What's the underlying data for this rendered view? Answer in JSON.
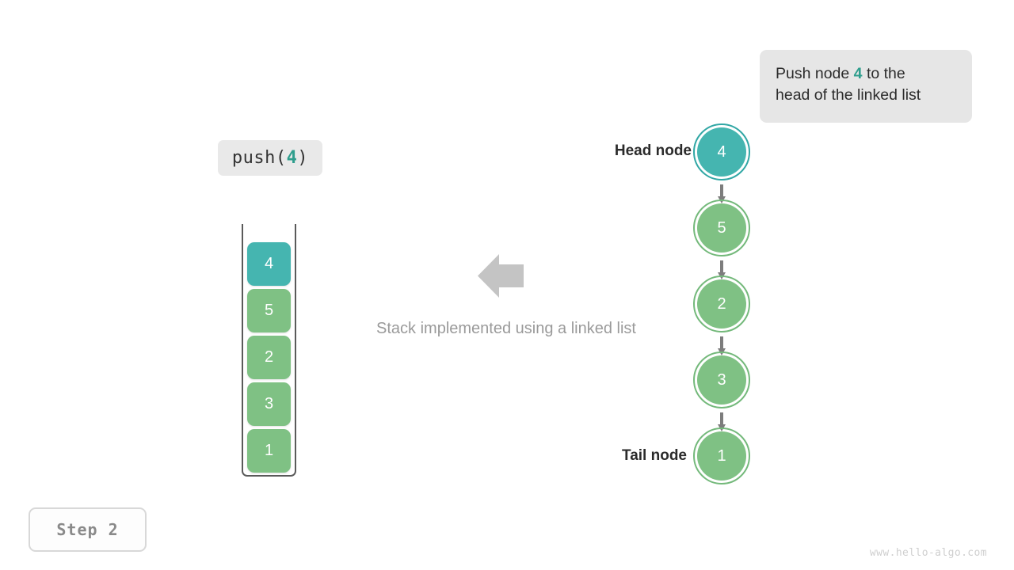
{
  "callout": {
    "line1_prefix": "Push node ",
    "line1_accent": "4",
    "line1_suffix": " to the",
    "line2": "head of the linked list",
    "background": "#e6e6e6"
  },
  "operation": {
    "label_prefix": "push(",
    "label_accent": "4",
    "label_suffix": ")",
    "accent_color": "#2f9e8d"
  },
  "stack": {
    "caption": "Stack implemented using a linked list",
    "arrow_icon": "arrow-left-icon",
    "cells": [
      {
        "value": "4",
        "style": "teal",
        "color": "#45b5b0"
      },
      {
        "value": "5",
        "style": "green",
        "color": "#7fc184"
      },
      {
        "value": "2",
        "style": "green",
        "color": "#7fc184"
      },
      {
        "value": "3",
        "style": "green",
        "color": "#7fc184"
      },
      {
        "value": "1",
        "style": "green",
        "color": "#7fc184"
      }
    ]
  },
  "linked_list": {
    "head_label": "Head node",
    "tail_label": "Tail node",
    "nodes": [
      {
        "value": "4",
        "style": "teal",
        "color": "#45b5b0",
        "ring": "#31a7a5"
      },
      {
        "value": "5",
        "style": "green",
        "color": "#7fc184",
        "ring": "#74b97b"
      },
      {
        "value": "2",
        "style": "green",
        "color": "#7fc184",
        "ring": "#74b97b"
      },
      {
        "value": "3",
        "style": "green",
        "color": "#7fc184",
        "ring": "#74b97b"
      },
      {
        "value": "1",
        "style": "green",
        "color": "#7fc184",
        "ring": "#74b97b"
      }
    ]
  },
  "step_badge": {
    "label": "Step 2"
  },
  "watermark": {
    "text": "www.hello-algo.com"
  }
}
